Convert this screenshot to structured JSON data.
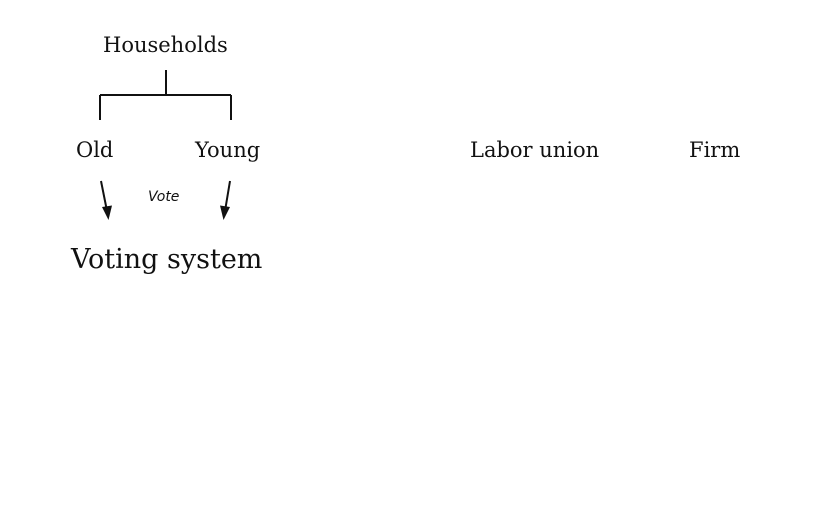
{
  "diagram": {
    "households": "Households",
    "old": "Old",
    "young": "Young",
    "labor_union": "Labor union",
    "firm": "Firm",
    "vote_label": "Vote",
    "voting_system": "Voting system"
  },
  "colors": {
    "stroke": "#111111",
    "background": "#ffffff"
  }
}
